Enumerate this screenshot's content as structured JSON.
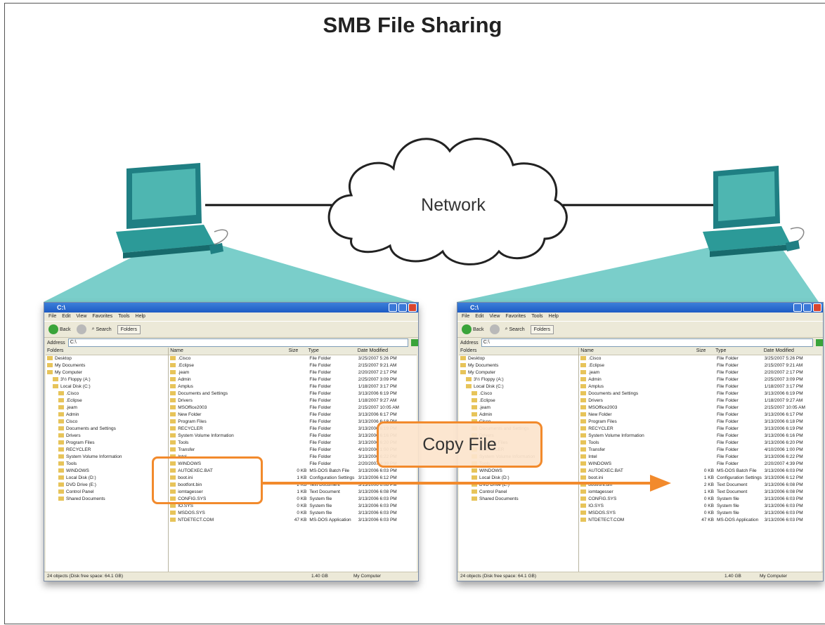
{
  "title": "SMB File Sharing",
  "network_label": "Network",
  "copy_label": "Copy File",
  "colors": {
    "accent_orange": "#f28a2c",
    "computer_teal": "#2e9b9a",
    "beam_teal": "#5cc4c0",
    "cloud_stroke": "#222222"
  },
  "explorer": {
    "title": "C:\\",
    "menu": [
      "File",
      "Edit",
      "View",
      "Favorites",
      "Tools",
      "Help"
    ],
    "toolbar": {
      "back": "Back",
      "search": "Search",
      "folders": "Folders"
    },
    "address_label": "Address",
    "address_value": "C:\\",
    "tree_header": "Folders",
    "tree_nodes": [
      "Desktop",
      "My Documents",
      "My Computer",
      "3½ Floppy (A:)",
      "Local Disk (C:)",
      ".Cisco",
      ".Eclipse",
      ".jeam",
      "Admin",
      "Cisco",
      "Documents and Settings",
      "Drivers",
      "Program Files",
      "RECYCLER",
      "System Volume Information",
      "Tools",
      "WINDOWS",
      "Local Disk (D:)",
      "DVD Drive (E:)",
      "Control Panel",
      "Shared Documents"
    ],
    "columns": {
      "name": "Name",
      "size": "Size",
      "type": "Type",
      "modified": "Date Modified"
    },
    "rows": [
      {
        "name": ".Cisco",
        "size": "",
        "type": "File Folder",
        "modified": "3/25/2007 5:26 PM"
      },
      {
        "name": ".Eclipse",
        "size": "",
        "type": "File Folder",
        "modified": "2/15/2007 9:21 AM"
      },
      {
        "name": ".jeam",
        "size": "",
        "type": "File Folder",
        "modified": "2/20/2007 2:17 PM"
      },
      {
        "name": "Admin",
        "size": "",
        "type": "File Folder",
        "modified": "2/25/2007 3:09 PM"
      },
      {
        "name": "Amplus",
        "size": "",
        "type": "File Folder",
        "modified": "1/18/2007 3:17 PM"
      },
      {
        "name": "Documents and Settings",
        "size": "",
        "type": "File Folder",
        "modified": "3/13/2006 6:19 PM"
      },
      {
        "name": "Drivers",
        "size": "",
        "type": "File Folder",
        "modified": "1/18/2007 9:27 AM"
      },
      {
        "name": "MSOffice2003",
        "size": "",
        "type": "File Folder",
        "modified": "2/15/2007 10:05 AM"
      },
      {
        "name": "New Folder",
        "size": "",
        "type": "File Folder",
        "modified": "3/13/2006 6:17 PM"
      },
      {
        "name": "Program Files",
        "size": "",
        "type": "File Folder",
        "modified": "3/13/2006 6:18 PM"
      },
      {
        "name": "RECYCLER",
        "size": "",
        "type": "File Folder",
        "modified": "3/13/2006 6:19 PM"
      },
      {
        "name": "System Volume Information",
        "size": "",
        "type": "File Folder",
        "modified": "3/13/2006 6:16 PM"
      },
      {
        "name": "Tools",
        "size": "",
        "type": "File Folder",
        "modified": "3/13/2006 6:20 PM"
      },
      {
        "name": "Transfer",
        "size": "",
        "type": "File Folder",
        "modified": "4/10/2006 1:00 PM"
      },
      {
        "name": "Intel",
        "size": "",
        "type": "File Folder",
        "modified": "3/13/2006 6:22 PM"
      },
      {
        "name": "WINDOWS",
        "size": "",
        "type": "File Folder",
        "modified": "2/20/2007 4:39 PM"
      },
      {
        "name": "AUTOEXEC.BAT",
        "size": "0 KB",
        "type": "MS-DOS Batch File",
        "modified": "3/13/2006 6:03 PM"
      },
      {
        "name": "boot.ini",
        "size": "1 KB",
        "type": "Configuration Settings",
        "modified": "3/13/2006 6:12 PM"
      },
      {
        "name": "bootfont.bin",
        "size": "2 KB",
        "type": "Text Document",
        "modified": "3/13/2006 6:08 PM"
      },
      {
        "name": "iomtagesser",
        "size": "1 KB",
        "type": "Text Document",
        "modified": "3/13/2006 6:08 PM"
      },
      {
        "name": "CONFIG.SYS",
        "size": "0 KB",
        "type": "System file",
        "modified": "3/13/2006 6:03 PM"
      },
      {
        "name": "IO.SYS",
        "size": "0 KB",
        "type": "System file",
        "modified": "3/13/2006 6:03 PM"
      },
      {
        "name": "MSDOS.SYS",
        "size": "0 KB",
        "type": "System file",
        "modified": "3/13/2006 6:03 PM"
      },
      {
        "name": "NTDETECT.COM",
        "size": "47 KB",
        "type": "MS-DOS Application",
        "modified": "3/13/2006 6:03 PM"
      }
    ],
    "status_left": "24 objects (Disk free space: 64.1 GB)",
    "status_mid": "1.40 GB",
    "status_right": "My Computer"
  }
}
